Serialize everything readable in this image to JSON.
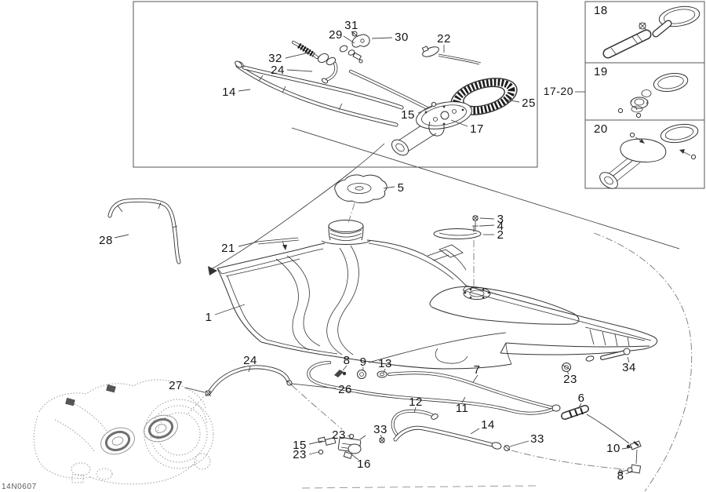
{
  "drawing": {
    "code": "14N0607",
    "bracket_label": "17-20",
    "panel_labels": [
      "18",
      "19",
      "20"
    ],
    "inset_callouts": [
      "31",
      "29",
      "30",
      "22",
      "32",
      "24",
      "14",
      "15",
      "25",
      "17"
    ],
    "main_callouts": [
      "28",
      "5",
      "21",
      "3",
      "4",
      "2",
      "1",
      "24",
      "27",
      "26",
      "8",
      "9",
      "13",
      "7",
      "23",
      "34",
      "6",
      "11",
      "12",
      "14",
      "33",
      "33",
      "10",
      "8",
      "15",
      "23",
      "23",
      "16"
    ]
  }
}
